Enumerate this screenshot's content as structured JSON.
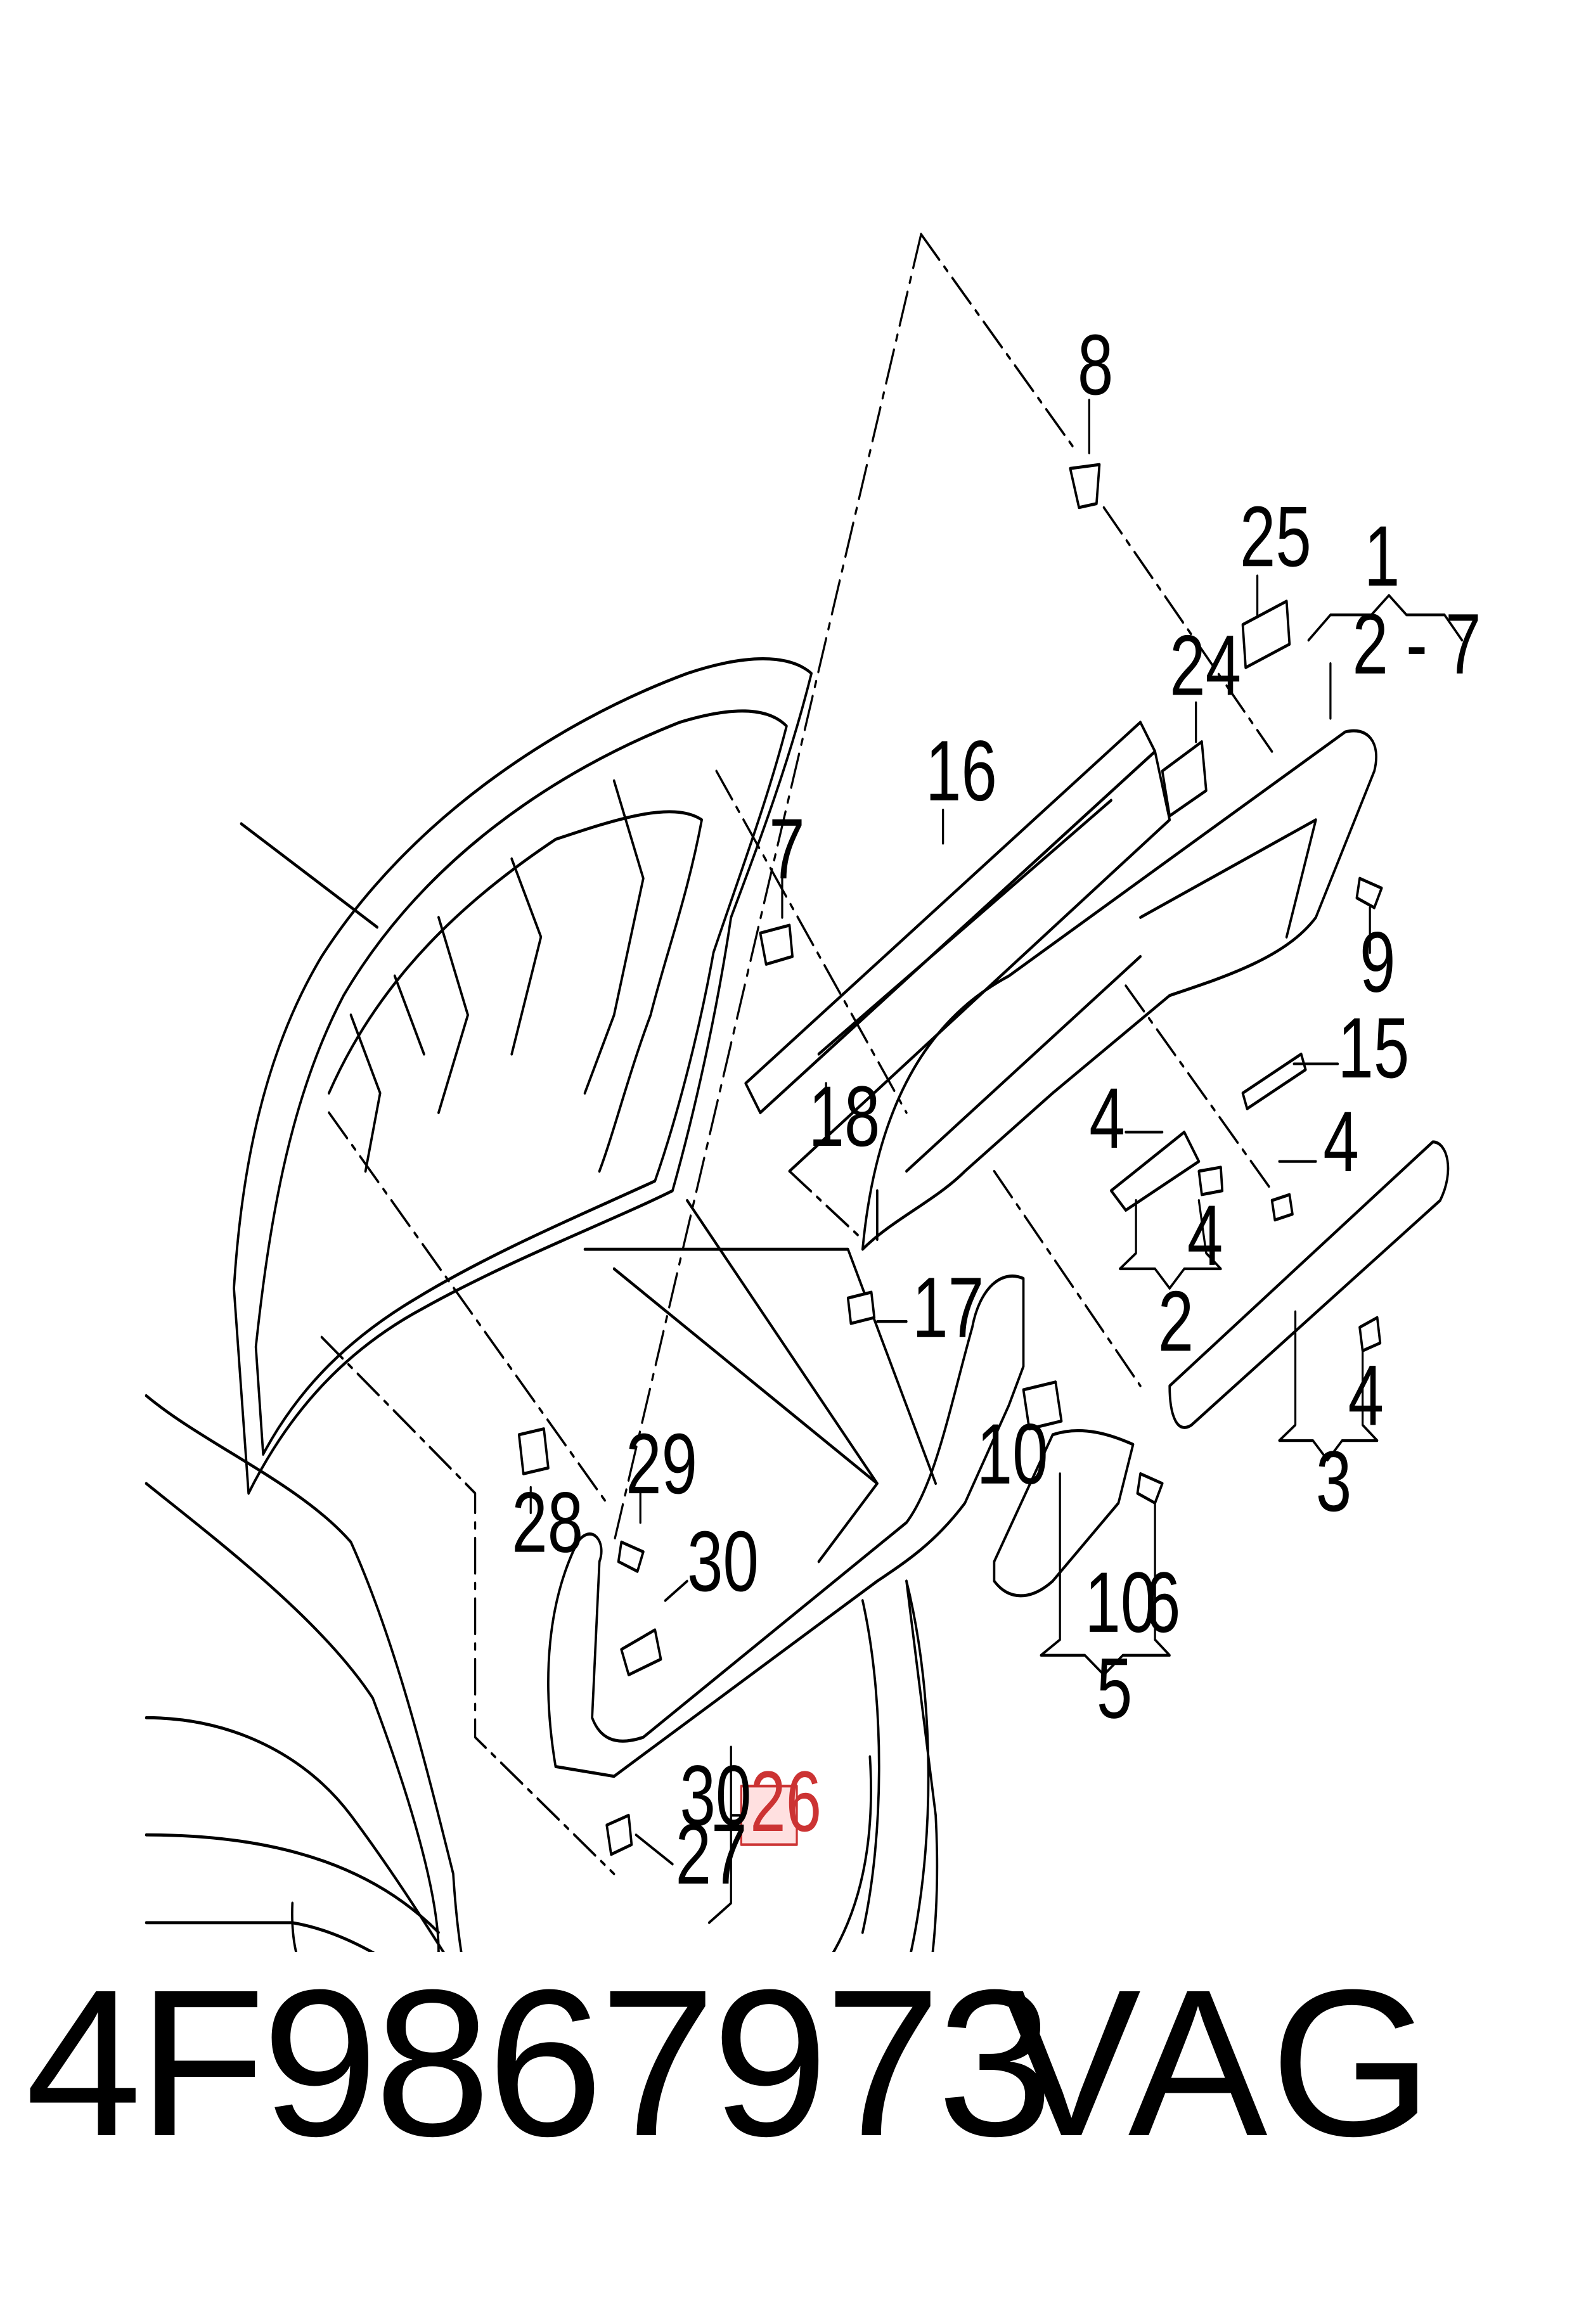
{
  "diagram": {
    "callouts": [
      "8",
      "25",
      "1",
      "2 - 7",
      "24",
      "16",
      "7",
      "9",
      "15",
      "18",
      "4",
      "4",
      "4",
      "4",
      "2",
      "17",
      "3",
      "28",
      "29",
      "30",
      "10",
      "10",
      "6",
      "5",
      "30",
      "26",
      "27"
    ],
    "highlighted_callout": "26"
  },
  "footer": {
    "part_number": "4F9867973",
    "brand": "VAG"
  }
}
